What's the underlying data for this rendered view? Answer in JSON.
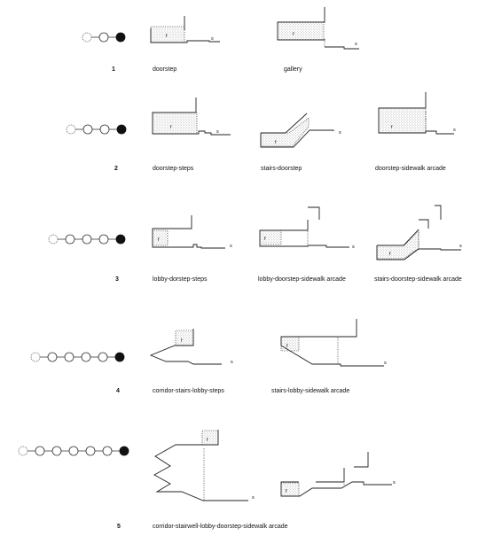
{
  "marks": {
    "private": "f",
    "street": "s"
  },
  "rows": [
    {
      "number": "1",
      "node_count": 3,
      "diagrams": [
        {
          "label": "doorstep"
        },
        {
          "label": "gallery"
        }
      ]
    },
    {
      "number": "2",
      "node_count": 4,
      "diagrams": [
        {
          "label": "doorstep-steps"
        },
        {
          "label": "stairs-doorstep"
        },
        {
          "label": "doorstep-sidewalk arcade"
        }
      ]
    },
    {
      "number": "3",
      "node_count": 5,
      "diagrams": [
        {
          "label": "lobby-dorstep-steps"
        },
        {
          "label": "lobby-doorstep-sidewalk arcade"
        },
        {
          "label": "stairs-doorstep-sidewalk arcade"
        }
      ]
    },
    {
      "number": "4",
      "node_count": 6,
      "diagrams": [
        {
          "label": "corridor-stairs-lobby-steps"
        },
        {
          "label": "stairs-lobby-sidewalk arcade"
        }
      ]
    },
    {
      "number": "5",
      "node_count": 7,
      "diagrams": [
        {
          "label": "corridor-stairwell-lobby-doorstep-sidewalk arcade"
        }
      ]
    }
  ],
  "colors": {
    "ink": "#222222",
    "stipple": "#8a8a8a",
    "terminal_node": "#111111"
  }
}
